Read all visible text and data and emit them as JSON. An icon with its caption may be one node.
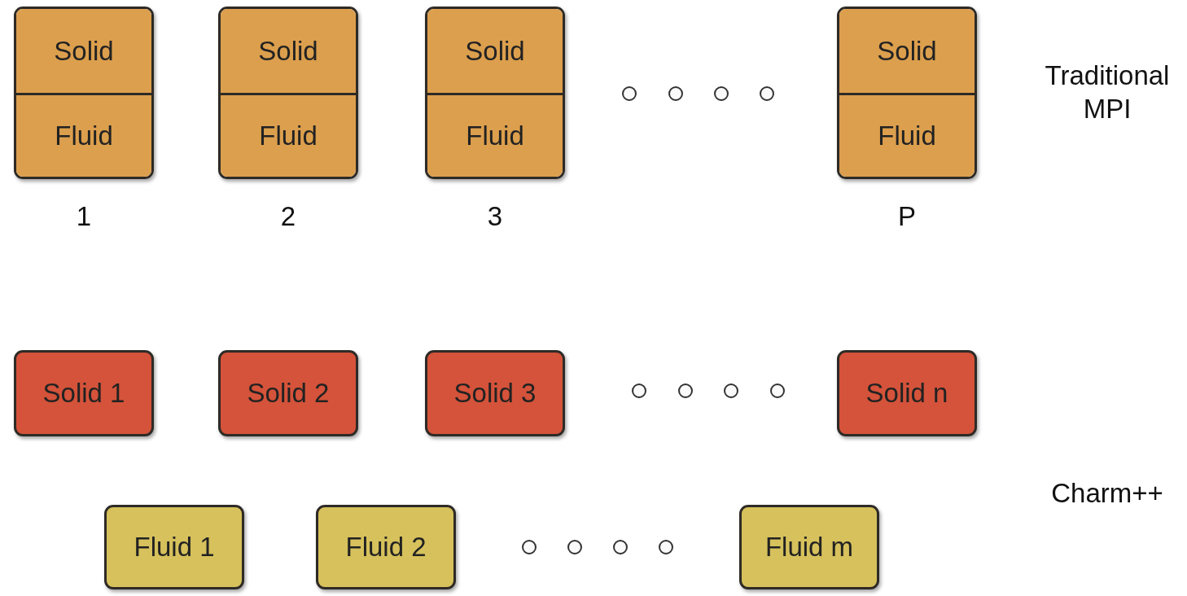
{
  "diagram": {
    "nodes": [
      {
        "text": [],
        "shape": "box",
        "beside": [
          "1"
        ]
      },
      {
        "text": [
          "Solid"
        ],
        "in": 0
      },
      {
        "text": [
          "Fluid"
        ],
        "in": 0
      },
      {
        "text": [],
        "shape": "box",
        "beside": [
          "2"
        ]
      },
      {
        "text": [
          "Solid"
        ],
        "in": 3
      },
      {
        "text": [
          "Fluid"
        ],
        "in": 3
      },
      {
        "text": [],
        "shape": "box",
        "beside": [
          "3"
        ]
      },
      {
        "text": [
          "Solid"
        ],
        "in": 6
      },
      {
        "text": [
          "Fluid"
        ],
        "in": 6
      },
      {
        "text": [],
        "shape": "box",
        "beside": [
          "P"
        ]
      },
      {
        "text": [
          "Solid"
        ],
        "in": 9
      },
      {
        "text": [
          "Fluid"
        ],
        "in": 9
      },
      {
        "text": [
          "Solid 1"
        ]
      },
      {
        "text": [
          "Solid 2"
        ]
      },
      {
        "text": [
          "Solid 3"
        ]
      },
      {
        "text": [
          "Solid n"
        ]
      },
      {
        "text": [
          "Fluid 1"
        ]
      },
      {
        "text": [
          "Fluid 2"
        ]
      },
      {
        "text": [
          "Fluid m"
        ]
      }
    ],
    "labels": [
      "Traditional MPI",
      "Charm++"
    ]
  }
}
